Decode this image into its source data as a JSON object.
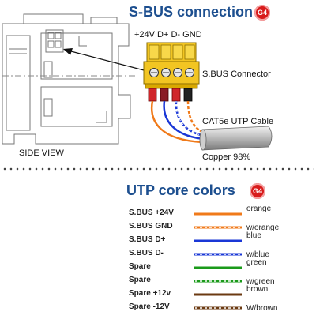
{
  "header": {
    "title": "S-BUS connection",
    "badge": "G4"
  },
  "connector": {
    "pin_labels": "+24V D+ D- GND",
    "connector_label": "S.BUS Connector",
    "cable_label": "CAT5e UTP Cable",
    "cable_sub_label": "Copper 98%",
    "side_view_label": "SIDE VIEW"
  },
  "legend": {
    "title": "UTP core colors",
    "badge": "G4",
    "rows": [
      {
        "label": "S.BUS +24V",
        "name": "orange",
        "color": "#f07a1a",
        "style": "solid"
      },
      {
        "label": "S.BUS  GND",
        "name": "w/orange",
        "color": "#f07a1a",
        "style": "dashed"
      },
      {
        "label": "S.BUS  D+",
        "name": "blue",
        "color": "#1a37d6",
        "style": "solid"
      },
      {
        "label": "S.BUS  D-",
        "name": "w/blue",
        "color": "#1a37d6",
        "style": "dashed"
      },
      {
        "label": "Spare",
        "name": "green",
        "color": "#1a9a1a",
        "style": "solid"
      },
      {
        "label": "Spare",
        "name": "w/green",
        "color": "#1a9a1a",
        "style": "dashed"
      },
      {
        "label": "Spare +12v",
        "name": "brown",
        "color": "#6b3a12",
        "style": "solid"
      },
      {
        "label": "Spare -12V",
        "name": "W/brown",
        "color": "#6b3a12",
        "style": "dashed"
      }
    ]
  }
}
